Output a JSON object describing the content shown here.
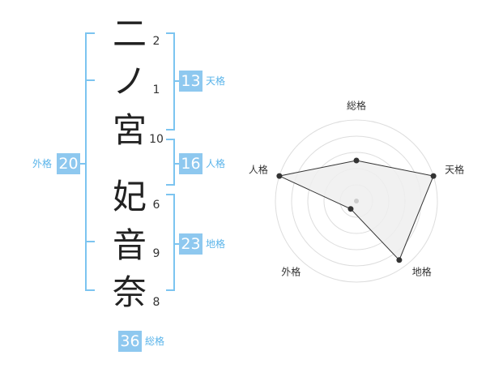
{
  "name_chars": [
    {
      "char": "二",
      "strokes": "2"
    },
    {
      "char": "ノ",
      "strokes": "1"
    },
    {
      "char": "宮",
      "strokes": "10"
    },
    {
      "char": "妃",
      "strokes": "6"
    },
    {
      "char": "音",
      "strokes": "9"
    },
    {
      "char": "奈",
      "strokes": "8"
    }
  ],
  "kaku": {
    "tenkaku": {
      "value": "13",
      "label": "天格"
    },
    "jinkaku": {
      "value": "16",
      "label": "人格"
    },
    "chikaku": {
      "value": "23",
      "label": "地格"
    },
    "gaikaku": {
      "value": "20",
      "label": "外格"
    },
    "soukaku": {
      "value": "36",
      "label": "総格"
    }
  },
  "colors": {
    "bracket": "#7cc4f0",
    "badge": "#8ec8ef",
    "label": "#5ab4ea",
    "radar_fill": "#eeeeee",
    "radar_line": "#333333"
  },
  "chart_data": {
    "type": "radar",
    "axes": [
      "総格",
      "天格",
      "地格",
      "外格",
      "人格"
    ],
    "values": [
      2.5,
      5,
      4.5,
      0.6,
      5
    ],
    "rmax": 5,
    "rings": 5,
    "grid": true
  }
}
